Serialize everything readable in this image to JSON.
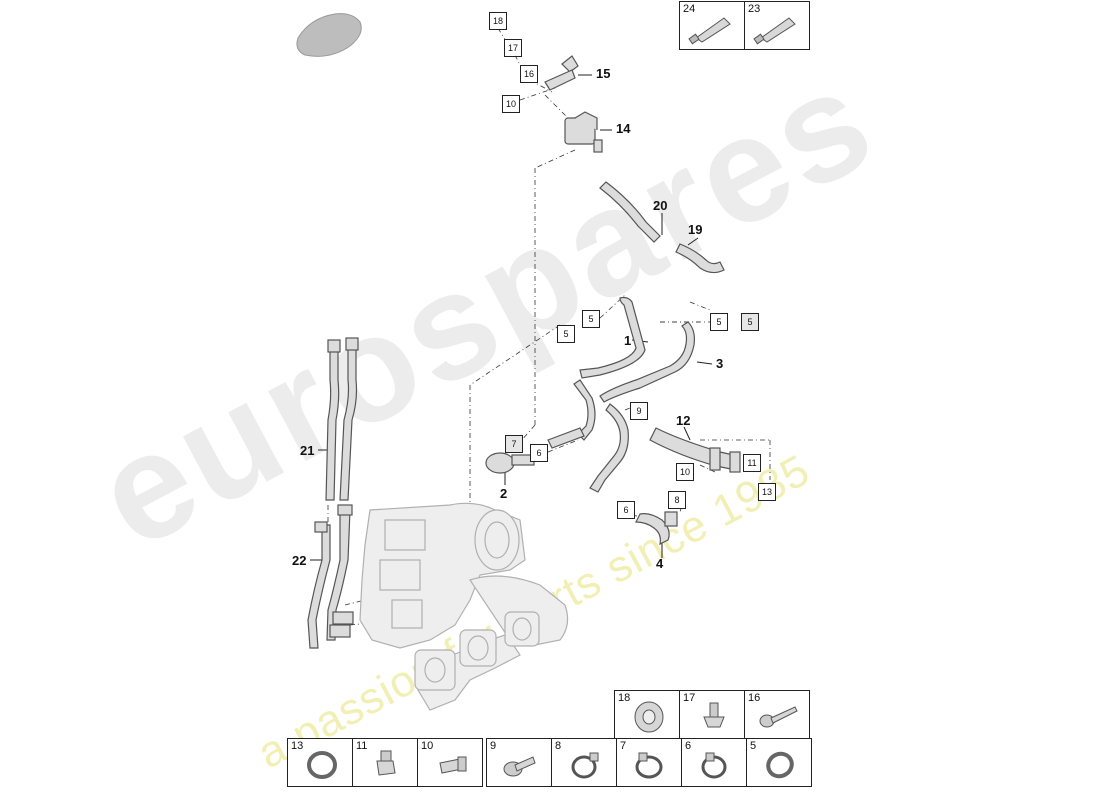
{
  "watermark": {
    "brand": "eurospares",
    "tagline": "a passion for parts since 1985"
  },
  "callouts": [
    "1",
    "2",
    "3",
    "4",
    "12",
    "14",
    "15",
    "19",
    "20",
    "21",
    "22"
  ],
  "boxed_labels": [
    {
      "id": "18"
    },
    {
      "id": "17"
    },
    {
      "id": "16"
    },
    {
      "id": "10"
    },
    {
      "id": "5"
    },
    {
      "id": "5"
    },
    {
      "id": "5"
    },
    {
      "id": "5"
    },
    {
      "id": "7"
    },
    {
      "id": "6"
    },
    {
      "id": "9"
    },
    {
      "id": "10"
    },
    {
      "id": "11"
    },
    {
      "id": "8"
    },
    {
      "id": "13"
    },
    {
      "id": "6"
    }
  ],
  "top_legend": [
    {
      "num": "24",
      "icon": "sealant-tube-icon"
    },
    {
      "num": "23",
      "icon": "sealant-tube-icon"
    }
  ],
  "bottom_legend_upper": [
    {
      "num": "18",
      "icon": "pulley-icon"
    },
    {
      "num": "17",
      "icon": "bleed-screw-icon"
    },
    {
      "num": "16",
      "icon": "screw-icon"
    }
  ],
  "bottom_legend_lower": [
    {
      "num": "13",
      "icon": "seal-ring-icon"
    },
    {
      "num": "11",
      "icon": "banjo-bolt-icon"
    },
    {
      "num": "10",
      "icon": "banjo-bolt-icon"
    },
    {
      "num": "9",
      "icon": "flange-bolt-icon"
    },
    {
      "num": "8",
      "icon": "hose-clamp-icon"
    },
    {
      "num": "7",
      "icon": "hose-clamp-icon"
    },
    {
      "num": "6",
      "icon": "hose-clamp-icon"
    },
    {
      "num": "5",
      "icon": "seal-ring-icon"
    }
  ],
  "colors": {
    "line": "#222222",
    "part_fill": "#d9d9d9",
    "part_stroke": "#555555",
    "watermark_grey": "#c8c8c8",
    "watermark_yellow": "#e8e278"
  }
}
